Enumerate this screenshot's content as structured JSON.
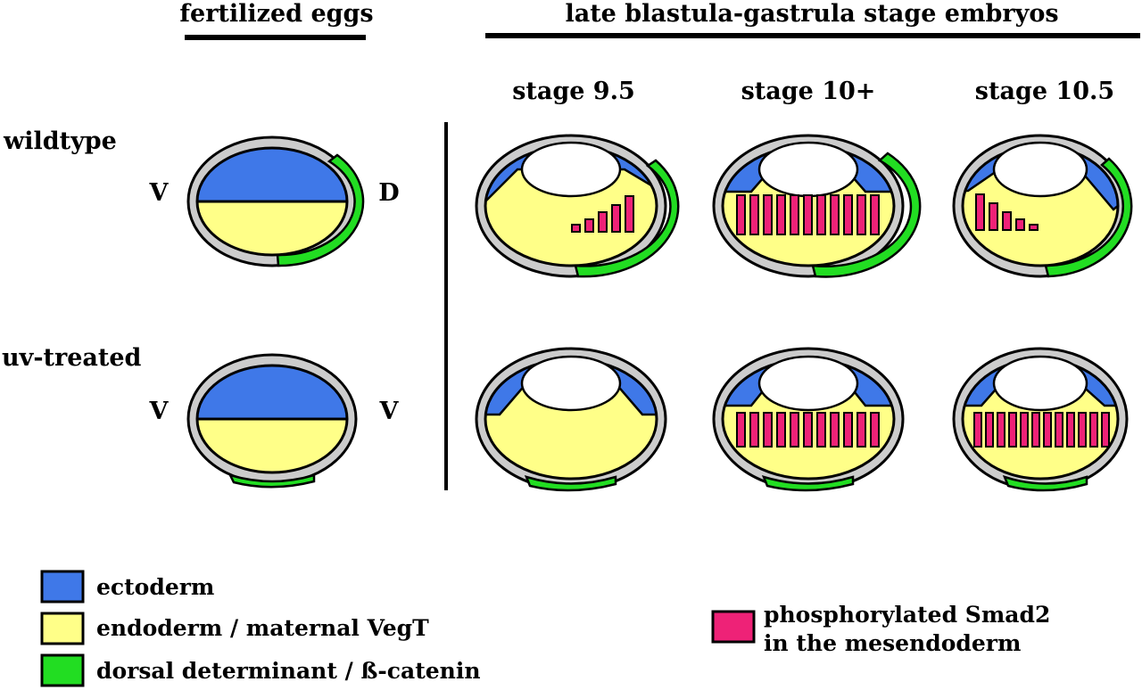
{
  "headers": {
    "left": "fertilized eggs",
    "right": "late blastula-gastrula stage embryos"
  },
  "stages": [
    "stage 9.5",
    "stage 10+",
    "stage 10.5"
  ],
  "rows": {
    "wildtype": "wildtype",
    "uv": "uv-treated"
  },
  "axis_letters": {
    "wt_left": "V",
    "wt_right": "D",
    "uv_left": "V",
    "uv_right": "V"
  },
  "legend": {
    "ectoderm": "ectoderm",
    "endoderm": "endoderm / maternal VegT",
    "dorsal": "dorsal determinant / ß-catenin",
    "smad_line1": "phosphorylated Smad2",
    "smad_line2": "in the mesendoderm"
  },
  "colors": {
    "ectoderm": "#3f78e8",
    "endoderm": "#ffff88",
    "dorsal": "#22dd22",
    "smad": "#ee2277",
    "shell": "#cccccc",
    "outline": "#000000"
  },
  "smad_bars": {
    "wt_stage_9_5": [
      0.2,
      0.35,
      0.55,
      0.75,
      1.0
    ],
    "wt_stage_10plus": [
      1,
      1,
      1,
      1,
      1,
      1,
      1,
      1,
      1,
      1,
      1
    ],
    "wt_stage_10_5": [
      1.0,
      0.75,
      0.5,
      0.3,
      0.15
    ],
    "uv_stage_10plus": [
      1,
      1,
      1,
      1,
      1,
      1,
      1,
      1,
      1,
      1,
      1
    ],
    "uv_stage_10_5": [
      1,
      1,
      1,
      1,
      1,
      1,
      1,
      1,
      1,
      1,
      1,
      1
    ]
  }
}
